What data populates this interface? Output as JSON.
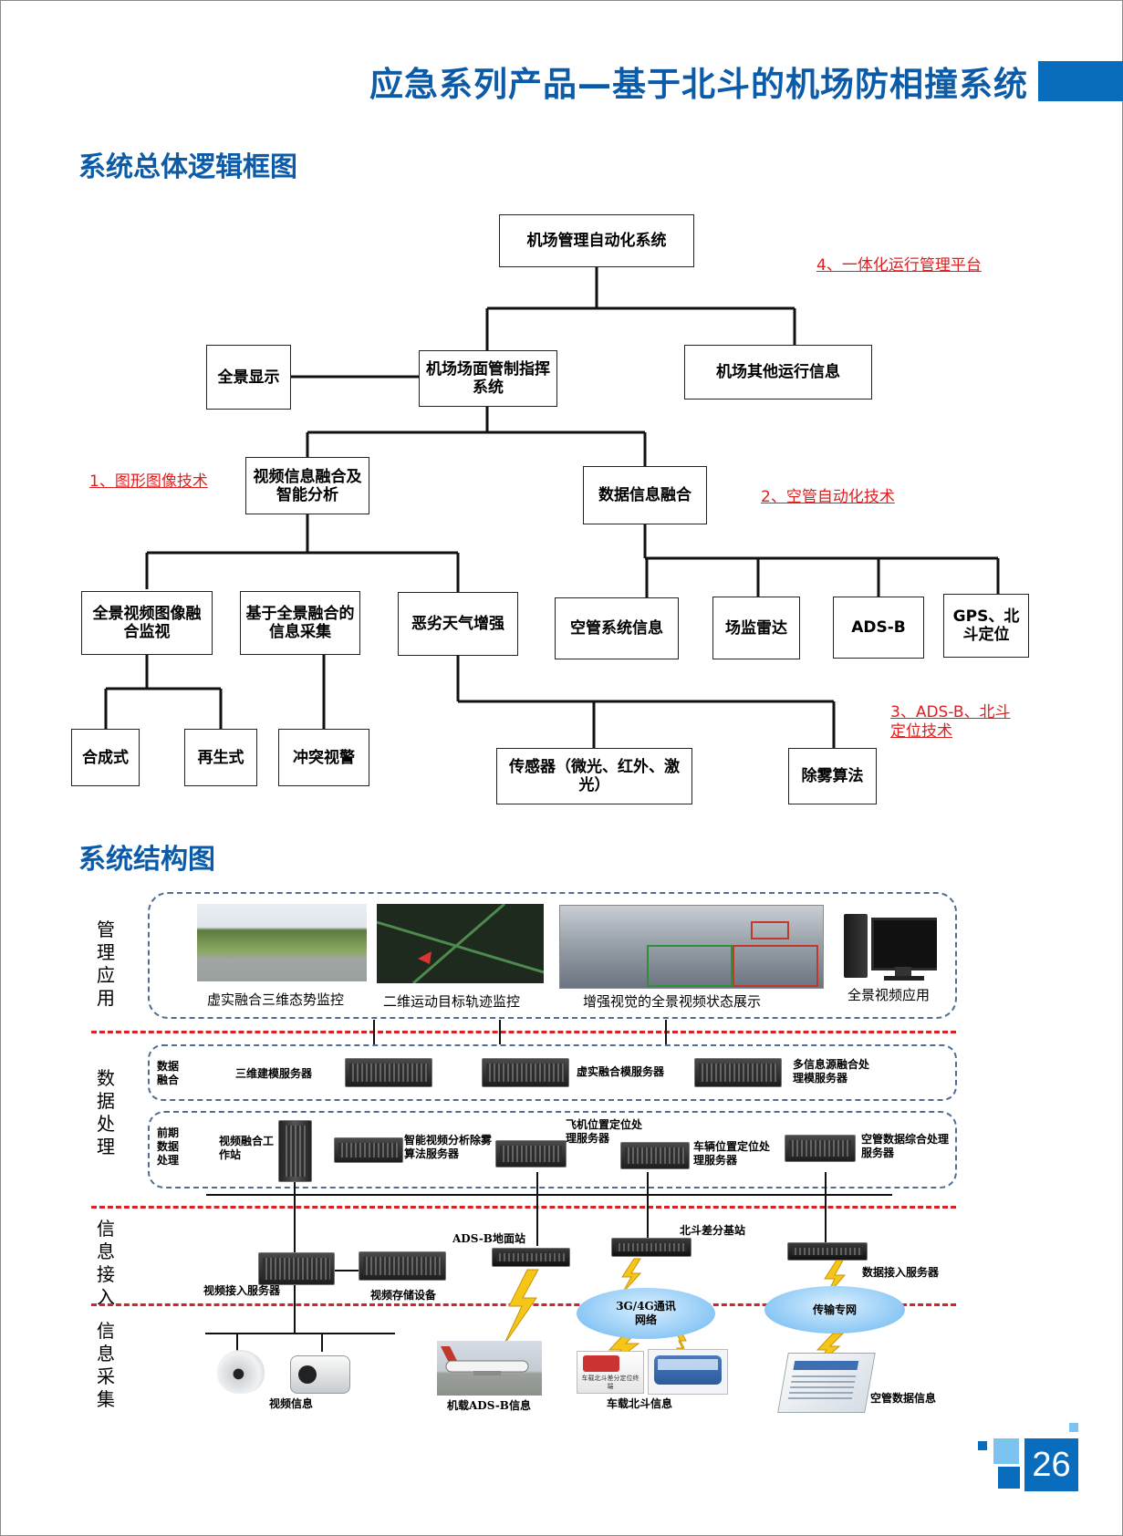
{
  "header": {
    "title": "应急系列产品—基于北斗的机场防相撞系统"
  },
  "section1": {
    "heading": "系统总体逻辑框图",
    "boxes": {
      "root": "机场管理自动化系统",
      "panorama": "全景显示",
      "surface": "机场场面管制指挥系统",
      "other": "机场其他运行信息",
      "video_fusion": "视频信息融合及智能分析",
      "data_fusion": "数据信息融合",
      "pano_monitor": "全景视频图像融合监视",
      "info_collect": "基于全景融合的信息采集",
      "weather": "恶劣天气增强",
      "atc_info": "空管系统信息",
      "radar": "场监雷达",
      "adsb": "ADS-B",
      "gps": "GPS、北斗定位",
      "synth": "合成式",
      "regen": "再生式",
      "conflict": "冲突视警",
      "sensor": "传感器（微光、红外、激光）",
      "defog": "除雾算法"
    },
    "red_labels": {
      "l1": "1、图形图像技术",
      "l2": "2、空管自动化技术",
      "l3": "3、ADS-B、北斗定位技术",
      "l4": "4、一体化运行管理平台"
    }
  },
  "section2": {
    "heading": "系统结构图",
    "layers": {
      "mgmt": "管理应用",
      "data": "数据处理",
      "access": "信息接入",
      "collect": "信息采集"
    },
    "mgmt_captions": {
      "c1": "虚实融合三维态势监控",
      "c2": "二维运动目标轨迹监控",
      "c3": "增强视觉的全景视频状态展示",
      "c4": "全景视频应用"
    },
    "data_fusion": {
      "label": "数据融合",
      "s1": "三维建模服务器",
      "s2": "虚实融合模服务器",
      "s3": "多信息源融合处理模服务器"
    },
    "pre_processing": {
      "label": "前期数据处理",
      "workstation": "视频融合工作站",
      "video_analysis": "智能视频分析除雾算法服务器",
      "aircraft_pos": "飞机位置定位处理服务器",
      "vehicle_pos": "车辆位置定位处理服务器",
      "atc_server": "空管数据综合处理服务器"
    },
    "access": {
      "video_access": "视频接入服务器",
      "video_storage": "视频存储设备",
      "adsb_ground": "ADS-B地面站",
      "beidou_base": "北斗差分基站",
      "data_access": "数据接入服务器",
      "cloud1": "3G/4G通讯网络",
      "cloud2": "传输专网"
    },
    "collect": {
      "video_info": "视频信息",
      "adsb_info": "机载ADS-B信息",
      "vehicle_info": "车载北斗信息",
      "atc_data": "空管数据信息",
      "vehicle_sticker": "车载北斗差分定位终端"
    }
  },
  "footer": {
    "page": "26"
  }
}
